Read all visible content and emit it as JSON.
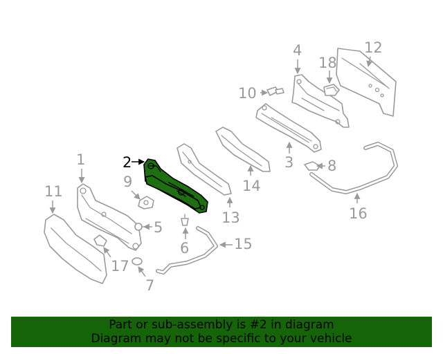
{
  "diagram": {
    "highlighted_part": "2",
    "callouts": {
      "p1": "1",
      "p2": "2",
      "p3": "3",
      "p4": "4",
      "p5": "5",
      "p6": "6",
      "p7": "7",
      "p8": "8",
      "p9": "9",
      "p10": "10",
      "p11": "11",
      "p12": "12",
      "p13": "13",
      "p14": "14",
      "p15": "15",
      "p16": "16",
      "p17": "17",
      "p18": "18"
    }
  },
  "banner": {
    "line1": "Part or sub-assembly is #2 in diagram",
    "line2": "Diagram may not be specific to your vehicle"
  },
  "colors": {
    "highlight": "#1e6e12",
    "banner_bg": "#156508",
    "line_gray": "#9a9a9a"
  }
}
